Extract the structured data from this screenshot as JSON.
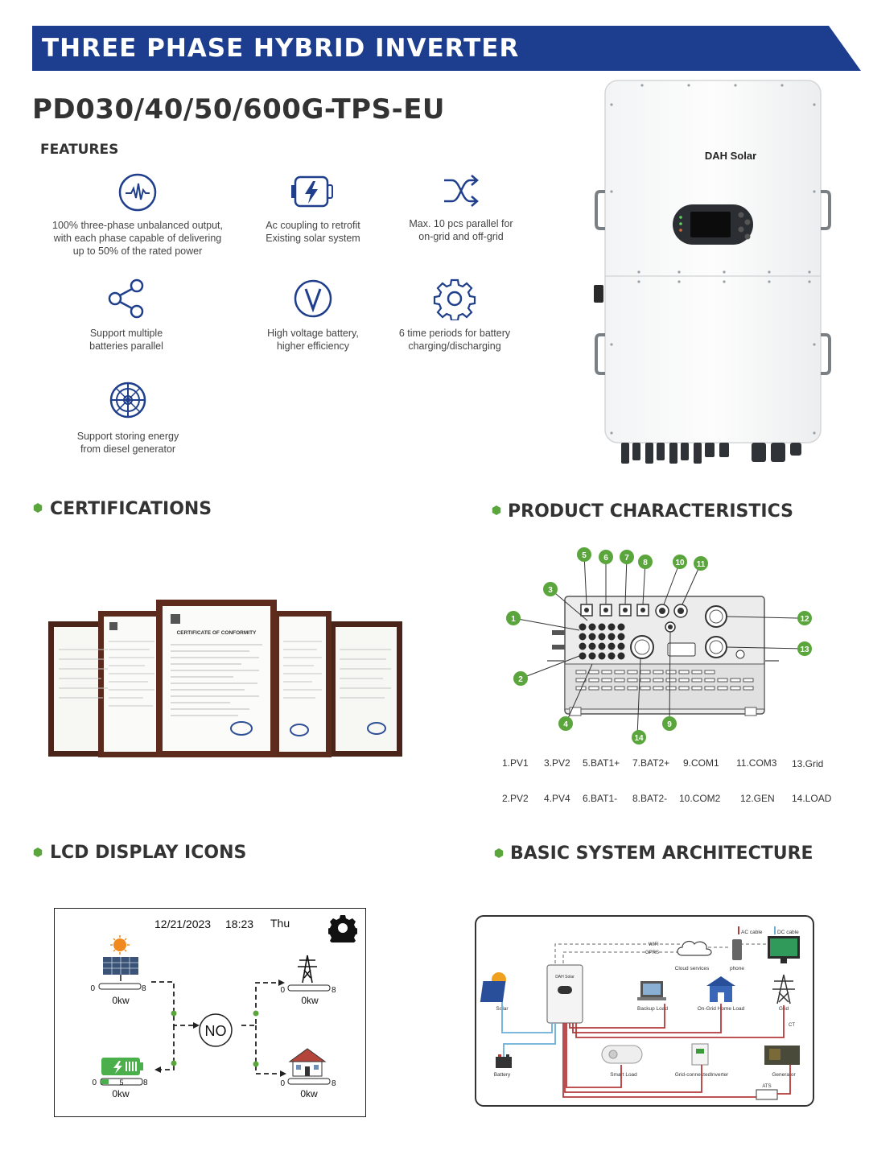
{
  "header": {
    "title": "THREE PHASE HYBRID INVERTER",
    "model": "PD030/40/50/600G-TPS-EU",
    "features_label": "FEATURES"
  },
  "features": [
    {
      "icon": "waveform-icon",
      "lines": [
        "100% three-phase unbalanced output,",
        "with each phase capable of delivering",
        "up to 50% of the rated power"
      ]
    },
    {
      "icon": "battery-charge-icon",
      "lines": [
        "Ac coupling to retrofit",
        "Existing solar system"
      ]
    },
    {
      "icon": "shuffle-icon",
      "lines": [
        "Max. 10 pcs parallel for",
        "on-grid and off-grid"
      ]
    },
    {
      "icon": "share-icon",
      "lines": [
        "Support multiple",
        "batteries parallel"
      ]
    },
    {
      "icon": "voltage-icon",
      "lines": [
        "High voltage battery,",
        "higher efficiency"
      ]
    },
    {
      "icon": "gear-icon",
      "lines": [
        "6 time periods for battery",
        "charging/discharging"
      ]
    },
    {
      "icon": "generator-icon",
      "lines": [
        "Support storing energy",
        "from diesel generator"
      ]
    }
  ],
  "inverter": {
    "brand": "DAH Solar"
  },
  "sections": {
    "certifications": "CERTIFICATIONS",
    "product_characteristics": "PRODUCT CHARACTERISTICS",
    "lcd_display_icons": "LCD DISPLAY ICONS",
    "basic_system_architecture": "BASIC SYSTEM ARCHITECTURE"
  },
  "certificates": {
    "title": "CERTIFICATE OF CONFORMITY"
  },
  "ports": {
    "callouts": [
      "1",
      "2",
      "3",
      "4",
      "5",
      "6",
      "7",
      "8",
      "9",
      "10",
      "11",
      "12",
      "13",
      "14"
    ],
    "row1": [
      "1.PV1",
      "3.PV2",
      "5.BAT1+",
      "7.BAT2+",
      "9.COM1",
      "11.COM3",
      "13.Grid"
    ],
    "row2": [
      "2.PV2",
      "4.PV4",
      "6.BAT1-",
      "8.BAT2-",
      "10.COM2",
      "12.GEN",
      "14.LOAD"
    ]
  },
  "lcd": {
    "date": "12/21/2023",
    "time": "18:23",
    "day": "Thu",
    "center": "NO",
    "solar": {
      "min": "0",
      "max": "8",
      "value": "0kw"
    },
    "grid": {
      "min": "0",
      "max": "8",
      "value": "0kw"
    },
    "battery": {
      "min": "0",
      "max": "8",
      "mid": "5",
      "value": "0kw"
    },
    "home": {
      "min": "0",
      "max": "8",
      "value": "0kw"
    }
  },
  "architecture": {
    "legend_ac": "AC cable",
    "legend_dc": "DC cable",
    "wifi": "WIFI",
    "gprs": "GPRS",
    "cloud": "Cloud services",
    "phone": "phone",
    "solar": "Solar",
    "backup_load": "Backup Load",
    "on_grid_home_load": "On-Grid Home Load",
    "grid": "Grid",
    "ct": "CT",
    "battery": "Battery",
    "smart_load": "Smart Load",
    "grid_connected_inverter": "Grid-connectedInverter",
    "generator": "Generator",
    "ats": "ATS"
  },
  "colors": {
    "banner": "#1d3d8f",
    "accent_green": "#5aa63c",
    "icon_blue": "#1f3f8c",
    "ac_cable": "#b23a3a",
    "dc_cable": "#6aaed6"
  }
}
